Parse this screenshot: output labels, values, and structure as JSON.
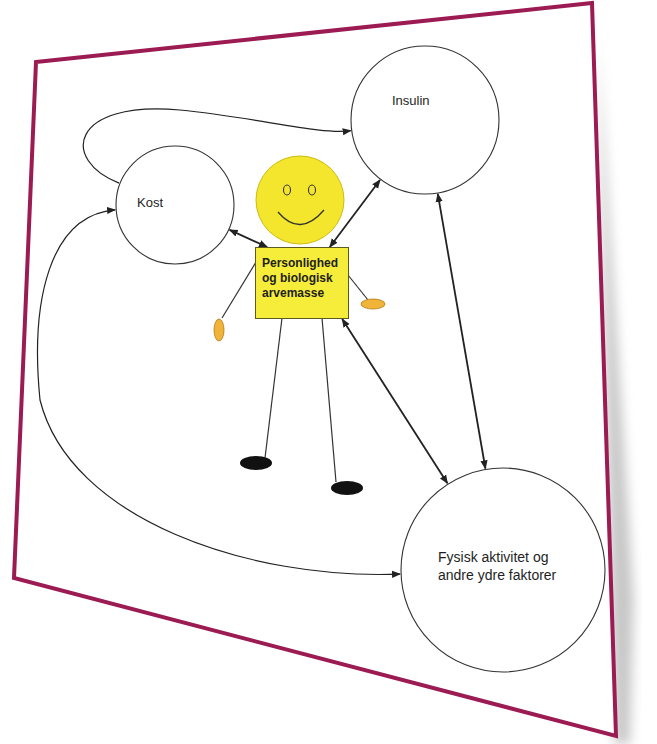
{
  "diagram": {
    "nodes": [
      {
        "text": [
          "Kost"
        ]
      },
      {
        "text": [
          "Insulin"
        ]
      },
      {
        "text": [
          "Personlighed og biologisk arvemasse"
        ]
      },
      {
        "text": [
          "Fysisk aktivitet og andre ydre faktorer"
        ]
      }
    ],
    "edges": [
      {
        "from": 0,
        "to": 1,
        "arrow": "to"
      },
      {
        "from": 0,
        "to": 2,
        "arrow": "both"
      },
      {
        "from": 2,
        "to": 1,
        "arrow": "both"
      },
      {
        "from": 2,
        "to": 3,
        "arrow": "both"
      },
      {
        "from": 1,
        "to": 3,
        "arrow": "both"
      },
      {
        "from": 0,
        "to": 3,
        "arrow": "both"
      }
    ]
  }
}
